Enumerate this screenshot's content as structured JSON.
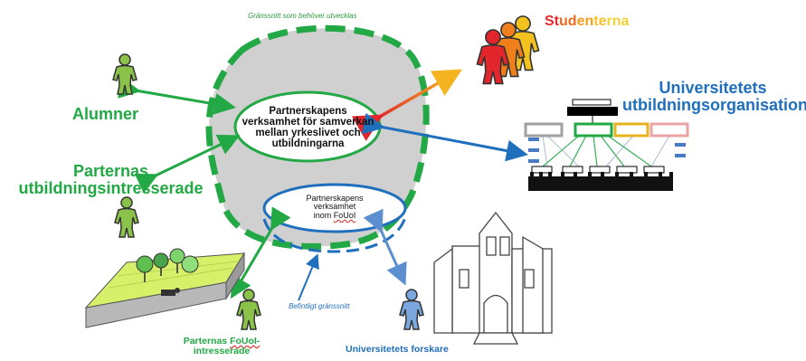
{
  "labels": {
    "interface_needed": "Gränssnitt som behöver utvecklas",
    "existing_interface": "Befintligt gränssnitt",
    "alumner": "Alumner",
    "parternas_utb": "Parternas\nutbildningsintresserade",
    "parternas_fouol_1": "Parternas ",
    "parternas_fouol_2": "FoUoI-",
    "parternas_fouol_3": "intresserade",
    "univ_forskare": "Universitetets forskare",
    "univ_utb_org": "Universitetets\nutbildningsorganisation",
    "studenterna_letters": [
      "S",
      "t",
      "u",
      "d",
      "e",
      "n",
      "t",
      "e",
      "r",
      "n",
      "a"
    ],
    "partnership_main": "Partnerskapens\nverksamhet för samverkan\nmellan yrkeslivet och\nutbildningarna",
    "partnership_fouol_1": "Partnerskapens\nverksamhet\ninom ",
    "partnership_fouol_2": "FoUoI"
  },
  "colors": {
    "green": "#22a844",
    "blue": "#1f6fbd",
    "blob_fill": "#d0d0d0",
    "studenterna_letters": [
      "#e8262b",
      "#e8262b",
      "#ee6a1e",
      "#ee6a1e",
      "#f39b1c",
      "#f39b1c",
      "#f7bf26",
      "#f7bf26",
      "#f2d23a",
      "#f2d23a",
      "#f2d23a"
    ]
  }
}
